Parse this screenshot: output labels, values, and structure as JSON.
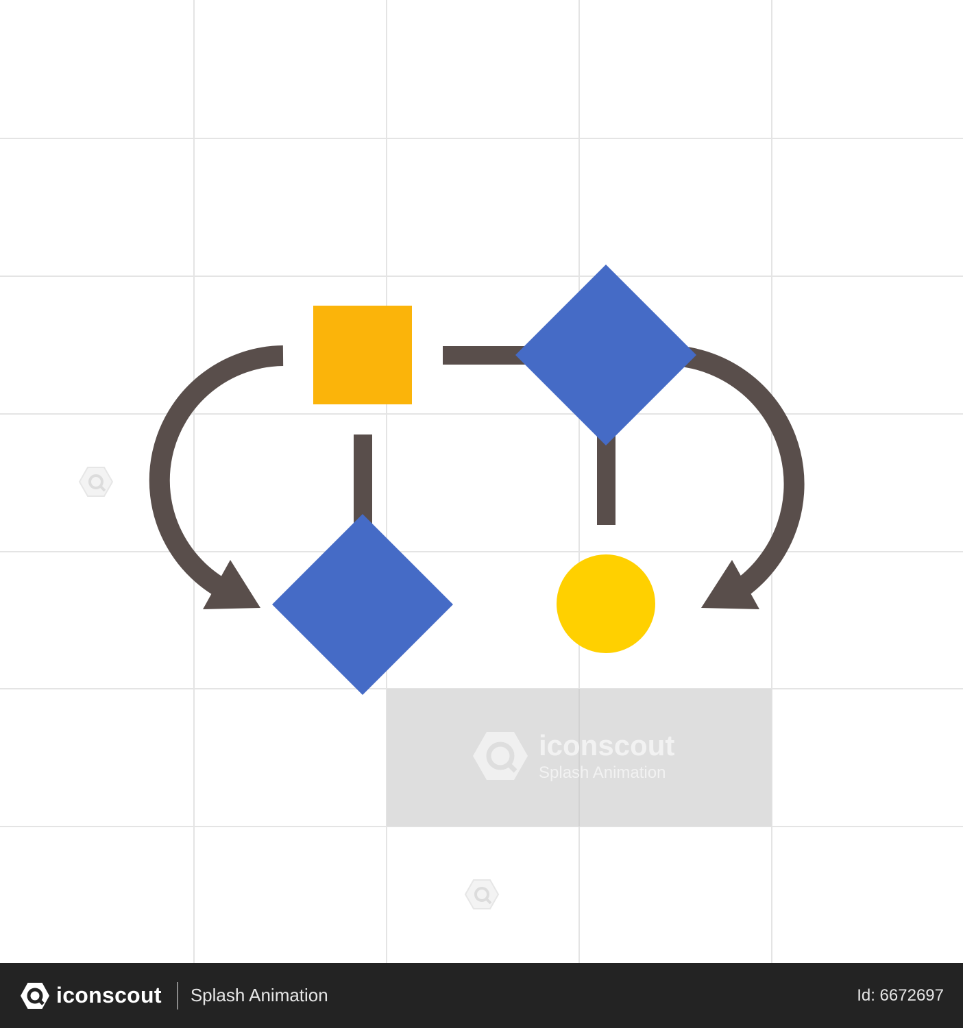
{
  "colors": {
    "background": "#ffffff",
    "grid": "#e4e4e4",
    "connector": "#594e4b",
    "square": "#fbb40a",
    "diamond": "#456bc6",
    "circle": "#ffd000",
    "footer": "#232323"
  },
  "diagram": {
    "nodes": [
      {
        "id": "process-square",
        "shape": "square",
        "color": "#fbb40a"
      },
      {
        "id": "decision-diamond-right",
        "shape": "diamond",
        "color": "#456bc6"
      },
      {
        "id": "decision-diamond-left",
        "shape": "diamond",
        "color": "#456bc6"
      },
      {
        "id": "end-circle",
        "shape": "circle",
        "color": "#ffd000"
      }
    ],
    "connectors": [
      {
        "from": "process-square",
        "to": "decision-diamond-right",
        "type": "line"
      },
      {
        "from": "process-square",
        "to": "decision-diamond-left",
        "type": "line"
      },
      {
        "from": "decision-diamond-right",
        "to": "end-circle",
        "type": "line"
      },
      {
        "from": "process-square",
        "to": "decision-diamond-left",
        "type": "curved-arrow"
      },
      {
        "from": "decision-diamond-right",
        "to": "end-circle",
        "type": "curved-arrow"
      }
    ]
  },
  "watermark": {
    "brand": "iconscout",
    "subtitle": "Splash Animation",
    "icon": "iconscout-logo-icon"
  },
  "footer": {
    "logo_icon": "iconscout-logo-icon",
    "brand": "iconscout",
    "subtitle": "Splash Animation",
    "id_text": "Id: 6672697"
  }
}
